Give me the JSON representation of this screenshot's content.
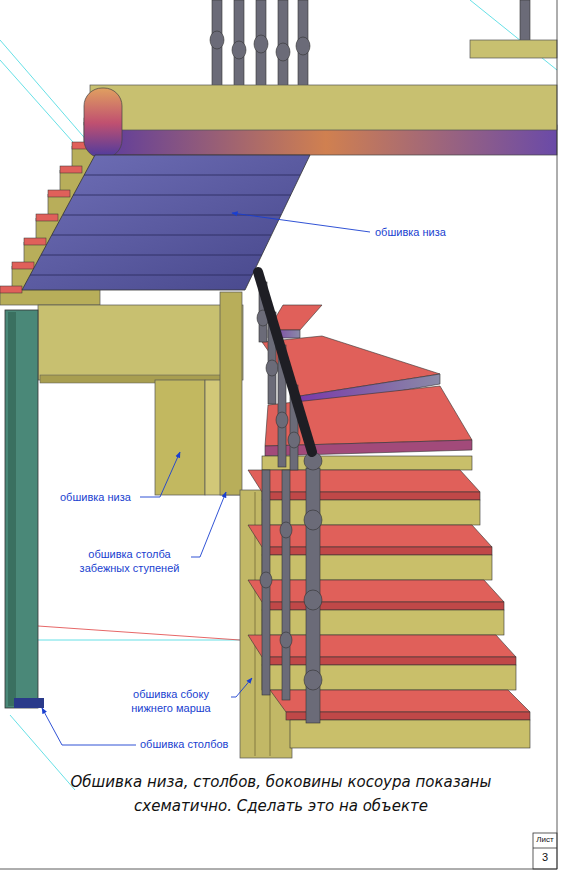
{
  "diagram": {
    "labels": [
      "обшивка низа",
      "обшивка низа",
      "обшивка столба забежных ступеней",
      "обшивка сбоку нижнего марша",
      "обшивка столбов",
      "Обшивка низа, столбов, боковины косоура показаны схематично. Сделать это на объекте",
      "Лист",
      "3"
    ]
  }
}
